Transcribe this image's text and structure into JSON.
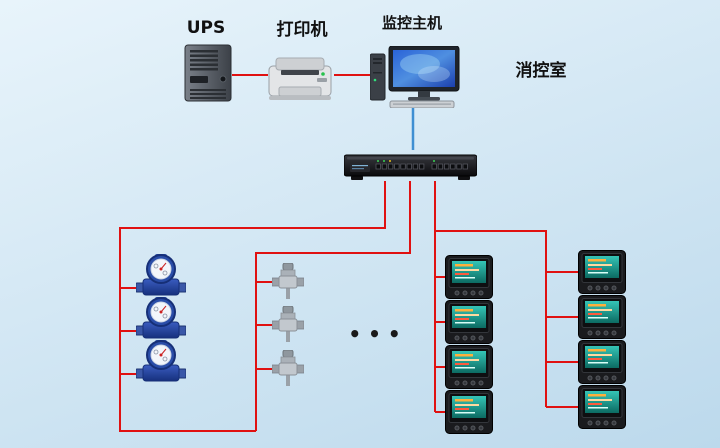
{
  "canvas": {
    "bg_top": "#e8f4fb",
    "bg_bottom": "#bcd9ec",
    "wire_color": "#e01111",
    "uplink_color": "#3f8fd2"
  },
  "labels": {
    "ups": "UPS",
    "printer": "打印机",
    "host": "监控主机",
    "room": "消控室",
    "ellipsis": "•••"
  },
  "devices": {
    "water_meter_count": 3,
    "valve_count": 3,
    "power_meter_columns": 2,
    "power_meters_per_column": 4
  }
}
